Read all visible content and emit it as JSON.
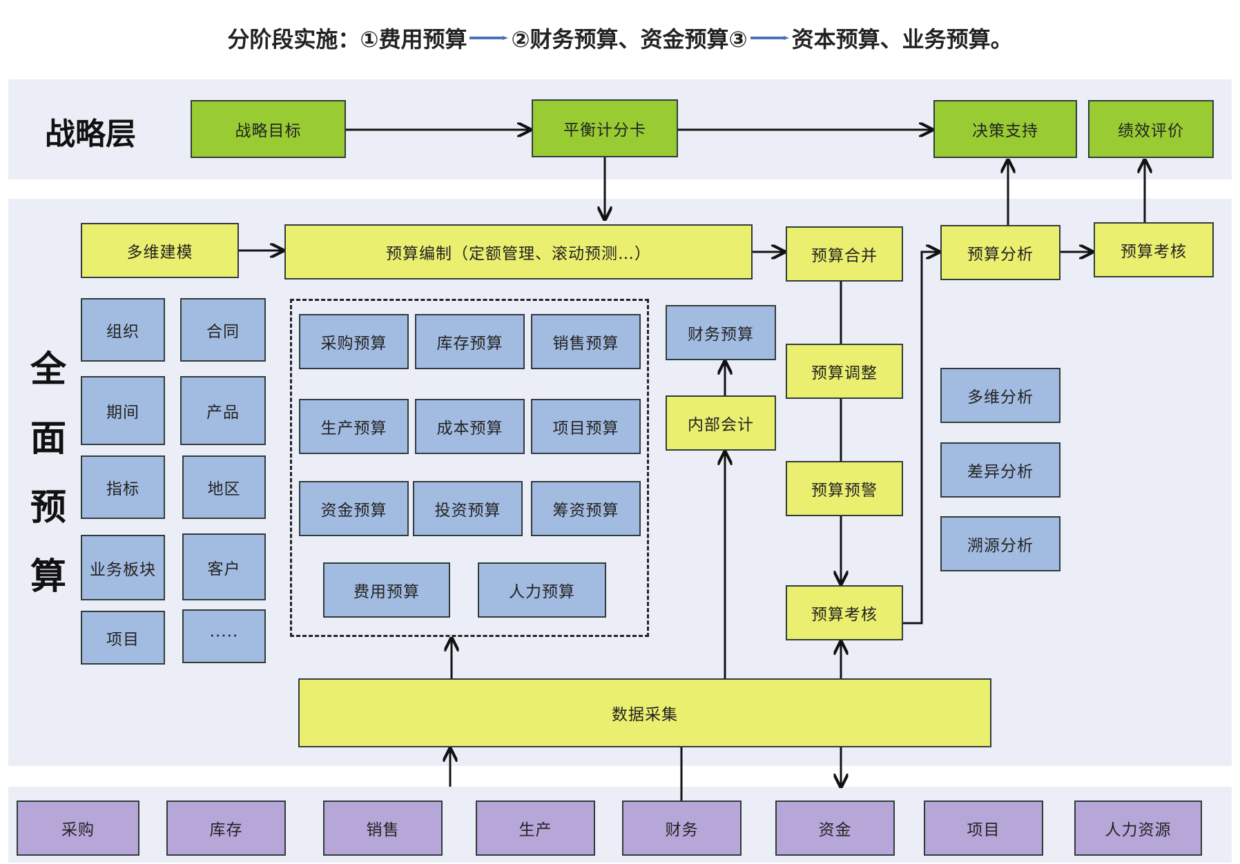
{
  "header": {
    "prefix": "分阶段实施：",
    "phase1": "①费用预算",
    "phase2": "②财务预算、资金预算③",
    "phase3": "资本预算、业务预算。",
    "arrow_color": "#4a72b8"
  },
  "strategy": {
    "label": "战略层",
    "goal": "战略目标",
    "scorecard": "平衡计分卡",
    "decision": "决策支持",
    "performance": "绩效评价"
  },
  "budget": {
    "label_chars": [
      "全",
      "面",
      "预",
      "算"
    ],
    "modeling": "多维建模",
    "compile": "预算编制（定额管理、滚动预测…）",
    "merge": "预算合并",
    "analysis": "预算分析",
    "review_top": "预算考核",
    "adjust": "预算调整",
    "warning": "预算预警",
    "review": "预算考核",
    "finance_budget": "财务预算",
    "internal_accounting": "内部会计",
    "data_collection": "数据采集",
    "dimensions": [
      "组织",
      "合同",
      "期间",
      "产品",
      "指标",
      "地区",
      "业务板块",
      "客户",
      "项目",
      "·····"
    ],
    "budgets": [
      "采购预算",
      "库存预算",
      "销售预算",
      "生产预算",
      "成本预算",
      "项目预算",
      "资金预算",
      "投资预算",
      "筹资预算",
      "费用预算",
      "人力预算"
    ],
    "analyses": [
      "多维分析",
      "差异分析",
      "溯源分析"
    ]
  },
  "sources": [
    "采购",
    "库存",
    "销售",
    "生产",
    "财务",
    "资金",
    "项目",
    "人力资源"
  ],
  "colors": {
    "green": "#99cc33",
    "yellow": "#ebef6f",
    "blue": "#a2bbe0",
    "purple": "#b7a6d8",
    "band": "#eceef7"
  }
}
